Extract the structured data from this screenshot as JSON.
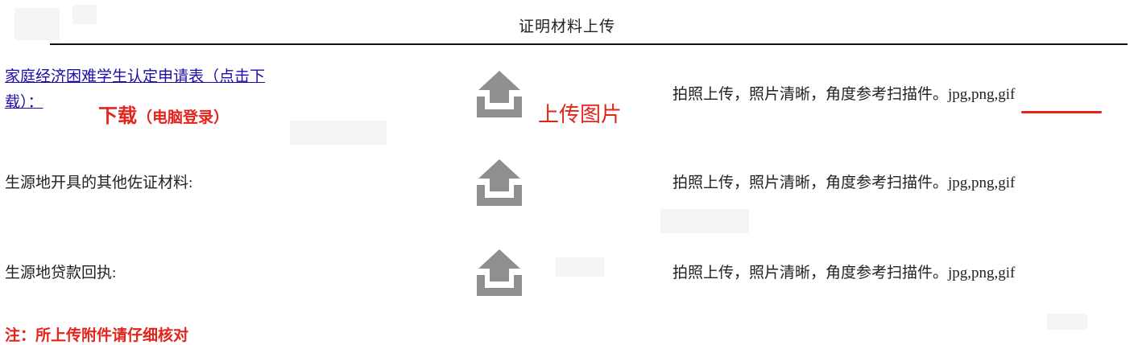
{
  "page": {
    "title": "证明材料上传"
  },
  "rows": [
    {
      "label_line1": "家庭经济困难学生认定申请表（点击下",
      "label_line2": "载）：",
      "download_main": "下载",
      "download_sub": "（电脑登录）",
      "upload_text": "上传图片",
      "hint": "拍照上传，照片清晰，角度参考扫描件。jpg,png,gif"
    },
    {
      "label": "生源地开具的其他佐证材料:",
      "hint": "拍照上传，照片清晰，角度参考扫描件。jpg,png,gif"
    },
    {
      "label": "生源地贷款回执:",
      "hint": "拍照上传，照片清晰，角度参考扫描件。jpg,png,gif"
    }
  ],
  "note": "注：所上传附件请仔细核对",
  "icons": {
    "upload": "upload-icon"
  },
  "colors": {
    "accent_red": "#e5231b",
    "icon_gray": "#8f8f8f",
    "link_blue": "#1a0dab"
  }
}
